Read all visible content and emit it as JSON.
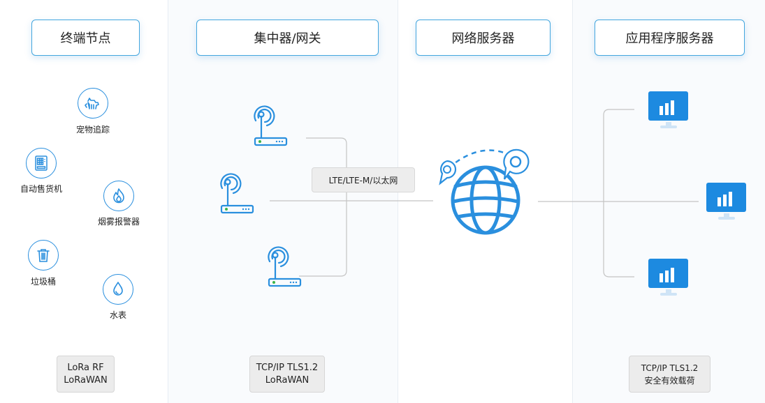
{
  "columns": {
    "end_nodes": "终端节点",
    "gateway": "集中器/网关",
    "network_server": "网络服务器",
    "app_server": "应用程序服务器"
  },
  "devices": [
    {
      "label": "宠物追踪",
      "icon": "pet-tracker-icon"
    },
    {
      "label": "自动售货机",
      "icon": "vending-machine-icon"
    },
    {
      "label": "烟雾报警器",
      "icon": "smoke-alarm-icon"
    },
    {
      "label": "垃圾桶",
      "icon": "trash-can-icon"
    },
    {
      "label": "水表",
      "icon": "water-meter-icon"
    }
  ],
  "link_label": "LTE/LTE-M/以太网",
  "protocols": {
    "end_nodes": [
      "LoRa RF",
      "LoRaWAN"
    ],
    "gateway": [
      "TCP/IP TLS1.2",
      "LoRaWAN"
    ],
    "app_server": [
      "TCP/IP TLS1.2",
      "安全有效载荷"
    ]
  },
  "colors": {
    "accent": "#2a8fde",
    "monitor": "#1d8ae0",
    "border": "#43a6de",
    "connector": "#c4c4c4"
  }
}
